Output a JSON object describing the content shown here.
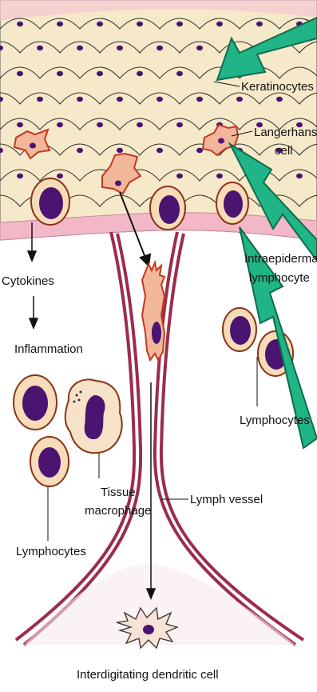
{
  "labels": {
    "keratinocytes": "Keratinocytes",
    "langerhans_line1": "Langerhans",
    "langerhans_line2": "cell",
    "intraepidermal_line1": "Intraepidermal",
    "intraepidermal_line2": "lymphocyte",
    "cytokines": "Cytokines",
    "inflammation": "Inflammation",
    "lymphocytes_right": "Lymphocytes",
    "tissue_macrophage_line1": "Tissue",
    "tissue_macrophage_line2": "macrophage",
    "lymph_vessel": "Lymph vessel",
    "lymphocytes_left": "Lymphocytes",
    "interdigitating_dendritic_cell": "Interdigitating dendritic cell"
  },
  "colors": {
    "epidermis_fill": "#f6e9c9",
    "basement_pink": "#f3b8c8",
    "nucleus": "#4a1470",
    "langerhans_fill": "#f2b69a",
    "langerhans_stroke": "#c0391e",
    "lymphocyte_fill": "#f6dcb8",
    "lymphocyte_stroke": "#8b3318",
    "vessel_wall": "#9c2c4c",
    "arrow_green": "#20b486",
    "arrow_green_edge": "#0f6b4e",
    "macrophage_fill": "#f6e2c6"
  }
}
